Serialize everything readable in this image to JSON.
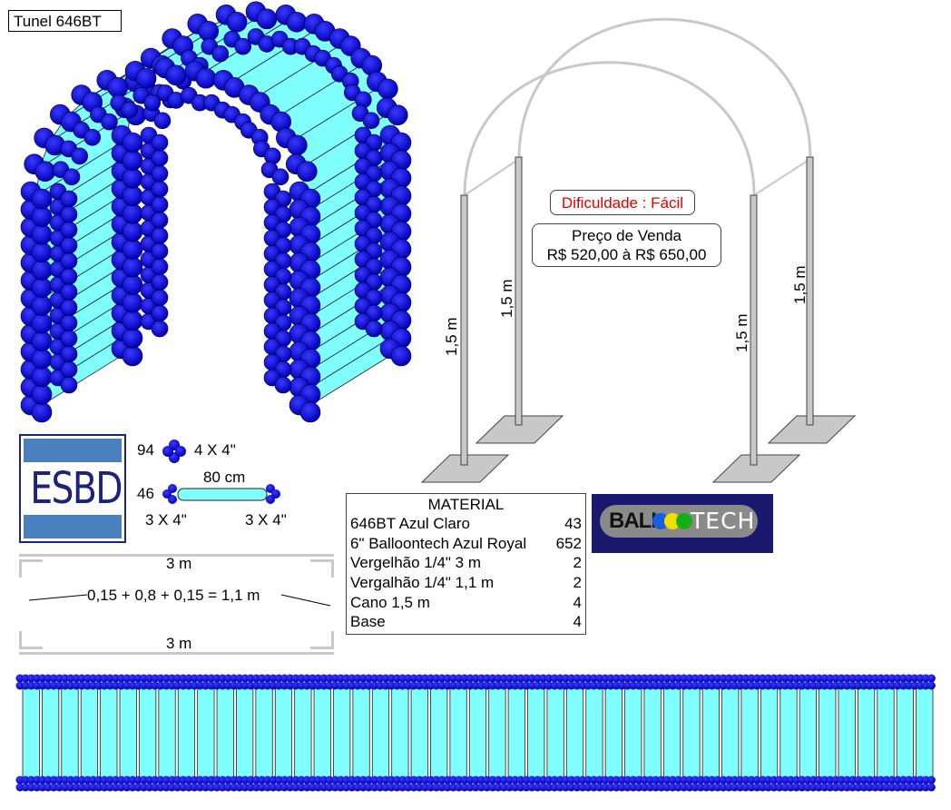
{
  "title": "Tunel 646BT",
  "difficulty": "Dificuldade : Fácil",
  "price": {
    "label": "Preço de Venda",
    "range": "R$ 520,00 à R$ 650,00"
  },
  "pole_labels": [
    "1,5 m",
    "1,5 m",
    "1,5 m",
    "1,5 m"
  ],
  "logo_esbd": "ESBD",
  "legend": {
    "cluster_count": "94",
    "cluster_desc": "4 X 4\"",
    "tube_count": "46",
    "tube_length": "80 cm",
    "tube_left_end": "3 X 4\"",
    "tube_right_end": "3 X 4\""
  },
  "dimensions": {
    "top": "3 m",
    "middle": "0,15 + 0,8 + 0,15 = 1,1 m",
    "bottom": "3 m"
  },
  "material": {
    "header": "MATERIAL",
    "rows": [
      {
        "item": "646BT Azul Claro",
        "qty": "43"
      },
      {
        "item": "6\" Balloontech Azul Royal",
        "qty": "652"
      },
      {
        "item": "Vergelhão 1/4\" 3 m",
        "qty": "2"
      },
      {
        "item": "Vergalhão 1/4\" 1,1 m",
        "qty": "2"
      },
      {
        "item": "Cano 1,5 m",
        "qty": "4"
      },
      {
        "item": "Base",
        "qty": "4"
      }
    ]
  },
  "brand_logo": {
    "part1": "BALL",
    "part2": "TECH"
  },
  "colors": {
    "royal_blue": "#0a0ad8",
    "light_cyan": "#80ffff",
    "frame_gray": "#c8c8c8",
    "logo_bg": "#191970",
    "difficulty_red": "#e00000"
  }
}
